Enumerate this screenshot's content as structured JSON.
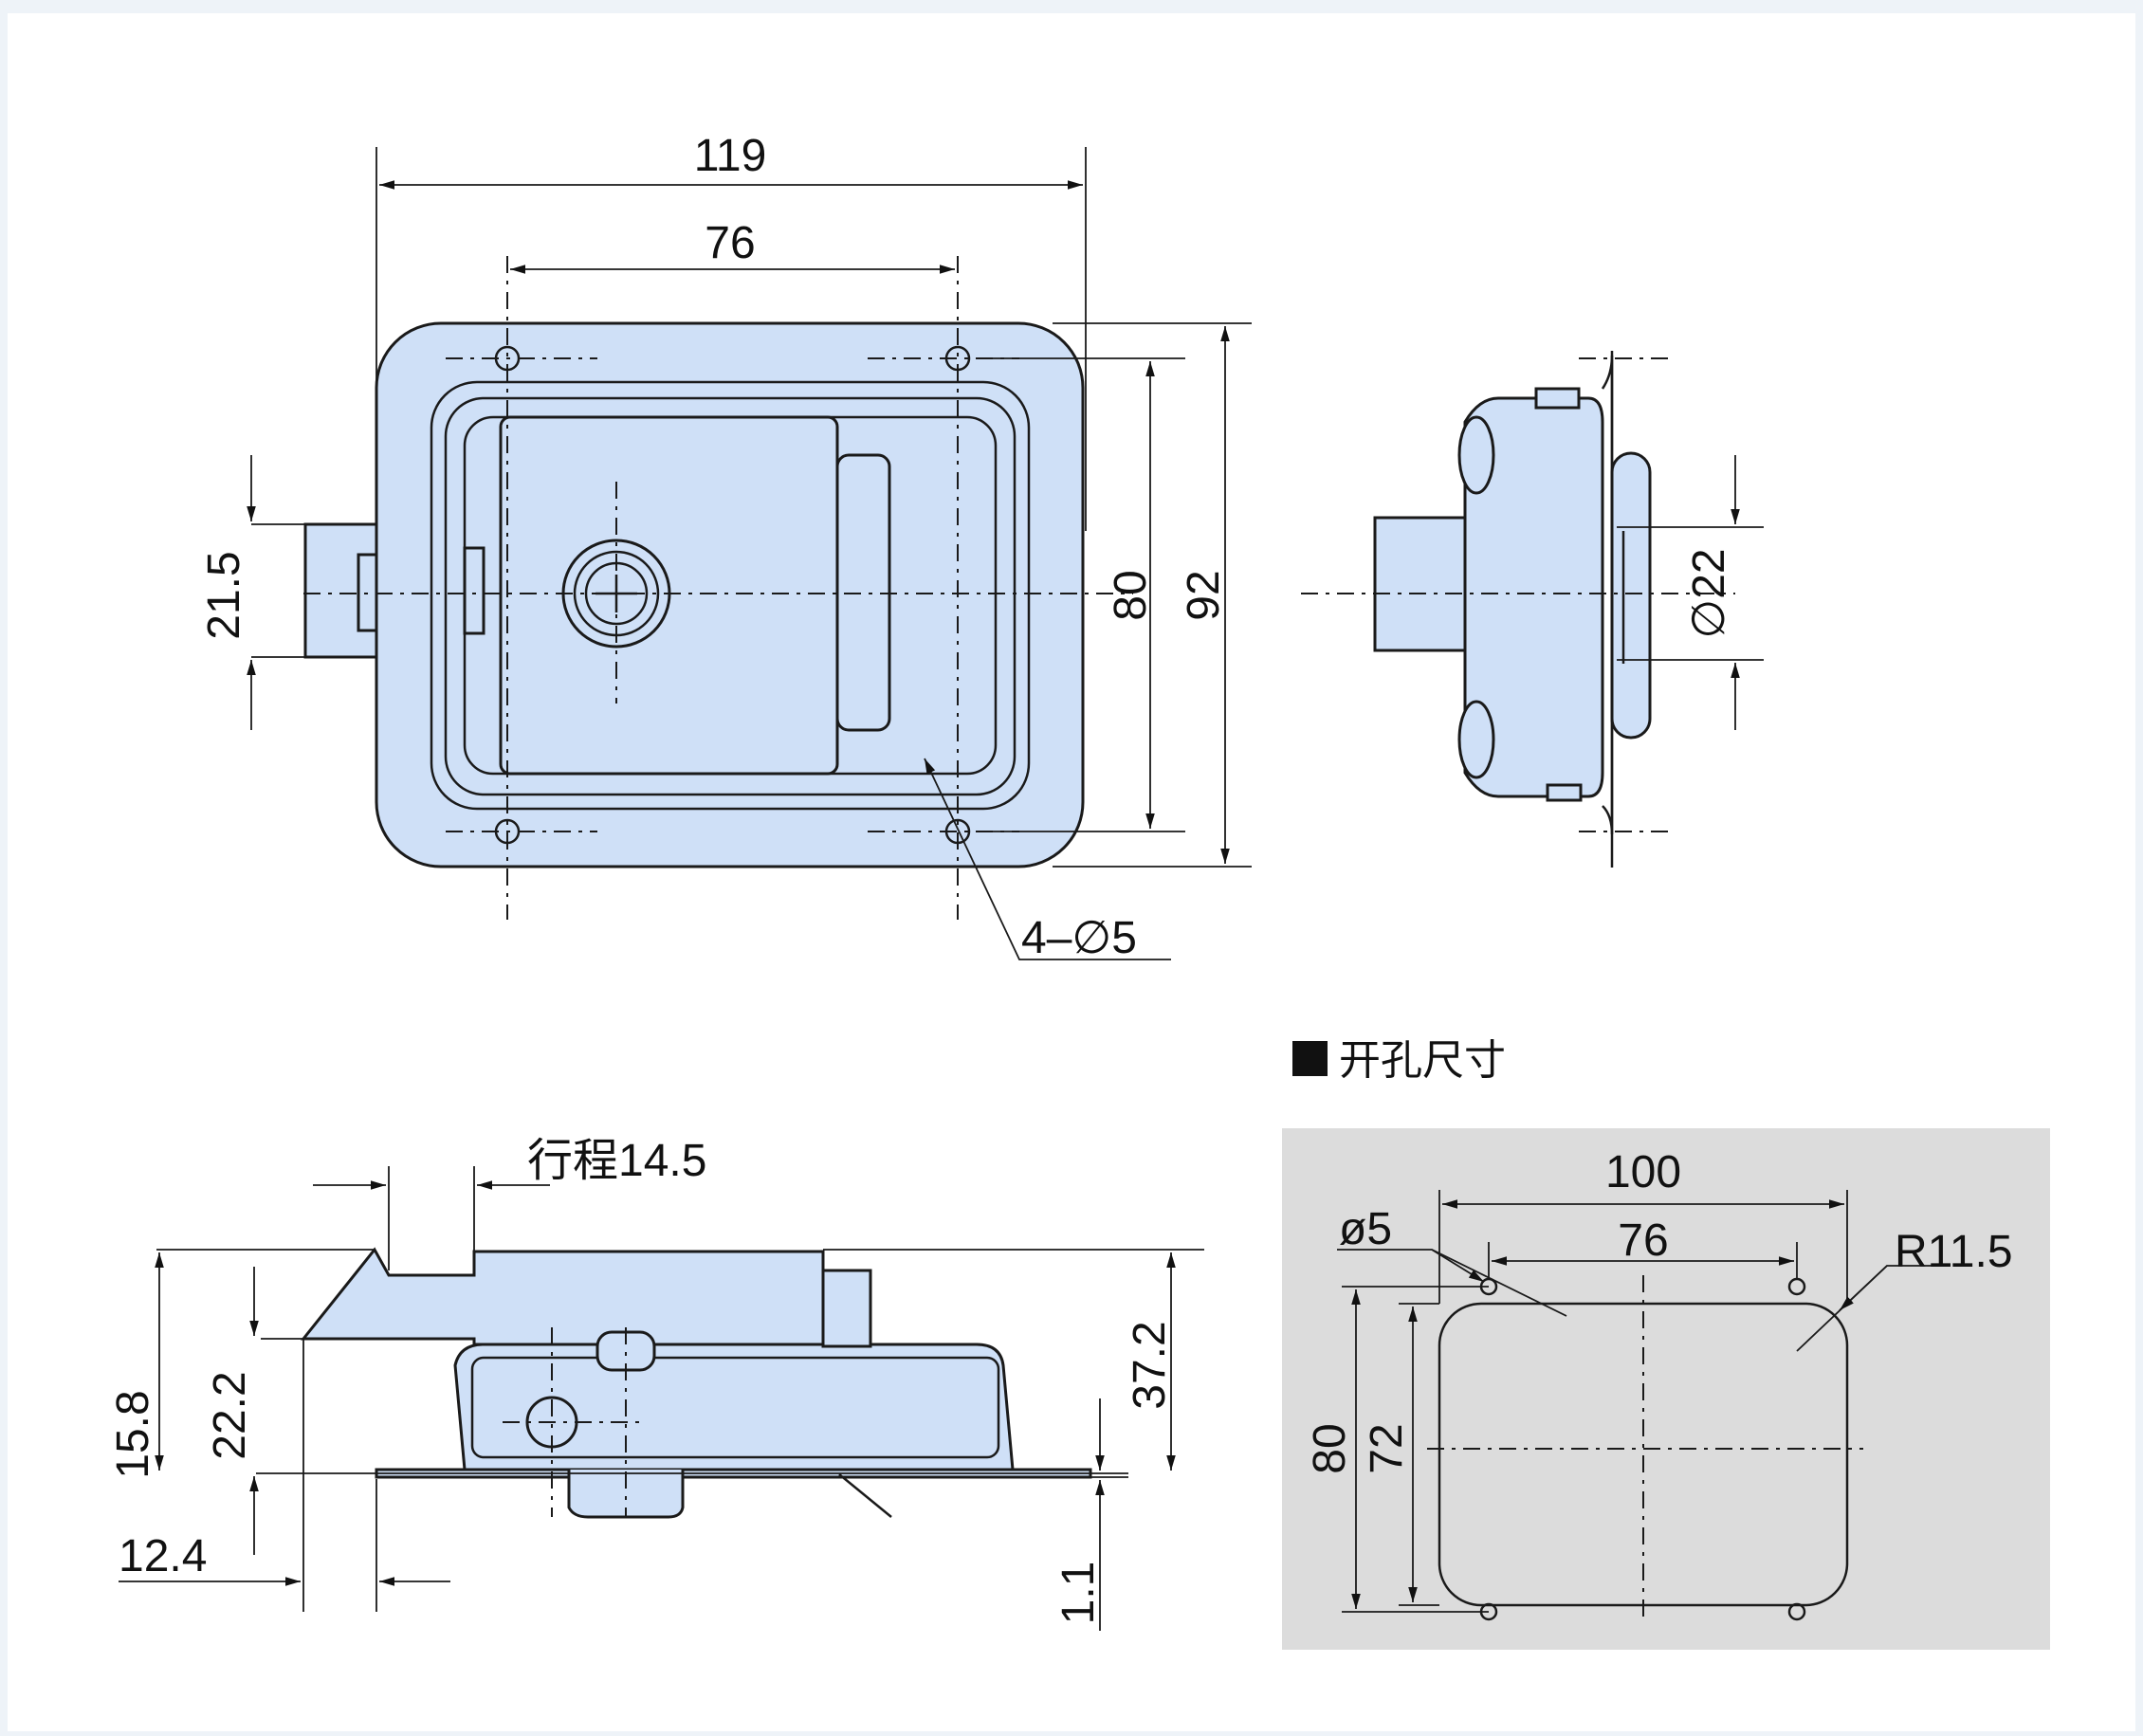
{
  "front_view": {
    "overall_width": "119",
    "hole_spacing": "76",
    "hole_vertical_spacing": "80",
    "overall_height": "92",
    "bolt_height": "21.5",
    "holes_label": "4–∅5"
  },
  "side_view": {
    "diameter": "∅22"
  },
  "bottom_view": {
    "stroke_label": "行程14.5",
    "h_total": "37.2",
    "h_left": "15.8",
    "h_bolt": "22.2",
    "offset": "12.4",
    "thickness": "1.1"
  },
  "cutout": {
    "heading": "开孔尺寸",
    "width": "100",
    "hole_spacing": "76",
    "hole_dia": "ø5",
    "radius": "R11.5",
    "outer_height": "80",
    "inner_height": "72"
  },
  "colors": {
    "body": "#cfe0f7",
    "background": "#ffffff",
    "cutout_panel": "#dcdcdc"
  }
}
